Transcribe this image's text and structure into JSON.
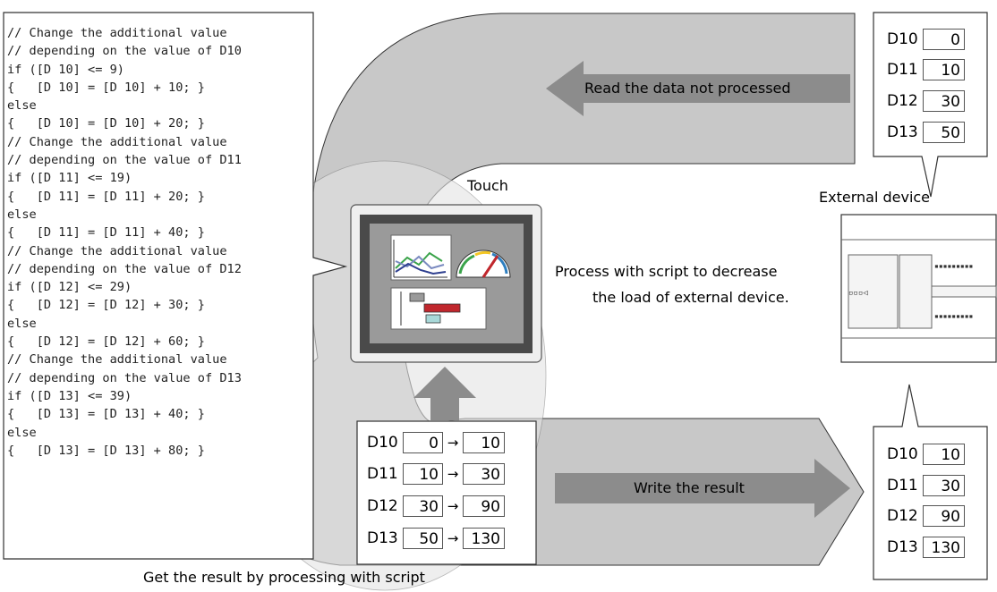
{
  "code_lines": [
    "// Change the additional value",
    "// depending on the value of D10",
    "if ([D 10] <= 9)",
    "{   [D 10] = [D 10] + 10; }",
    "else",
    "{   [D 10] = [D 10] + 20; }",
    "// Change the additional value",
    "// depending on the value of D11",
    "if ([D 11] <= 19)",
    "{   [D 11] = [D 11] + 20; }",
    "else",
    "{   [D 11] = [D 11] + 40; }",
    "// Change the additional value",
    "// depending on the value of D12",
    "if ([D 12] <= 29)",
    "{   [D 12] = [D 12] + 30; }",
    "else",
    "{   [D 12] = [D 12] + 60; }",
    "// Change the additional value",
    "// depending on the value of D13",
    "if ([D 13] <= 39)",
    "{   [D 13] = [D 13] + 40; }",
    "else",
    "{   [D 13] = [D 13] + 80; }"
  ],
  "labels": {
    "read_arrow": "Read the data not processed",
    "write_arrow": "Write the result",
    "touch": "Touch",
    "external_device": "External device",
    "process_line1": "Process with script to decrease",
    "process_line2": "the load of external device.",
    "caption": "Get the result by processing with script"
  },
  "external_before": [
    {
      "name": "D10",
      "value": "0"
    },
    {
      "name": "D11",
      "value": "10"
    },
    {
      "name": "D12",
      "value": "30"
    },
    {
      "name": "D13",
      "value": "50"
    }
  ],
  "external_after": [
    {
      "name": "D10",
      "value": "10"
    },
    {
      "name": "D11",
      "value": "30"
    },
    {
      "name": "D12",
      "value": "90"
    },
    {
      "name": "D13",
      "value": "130"
    }
  ],
  "processed": [
    {
      "name": "D10",
      "before": "0",
      "arrow": "→",
      "after": "10"
    },
    {
      "name": "D11",
      "before": "10",
      "arrow": "→",
      "after": "30"
    },
    {
      "name": "D12",
      "before": "30",
      "arrow": "→",
      "after": "90"
    },
    {
      "name": "D13",
      "before": "50",
      "arrow": "→",
      "after": "130"
    }
  ],
  "colors": {
    "band_fill": "#c8c8c8",
    "arrow_fill": "#8c8c8c",
    "screen_frame": "#4a4a4a",
    "chart_red": "#c0272d",
    "chart_blue": "#2e3f8f",
    "chart_green": "#3aa34a"
  }
}
